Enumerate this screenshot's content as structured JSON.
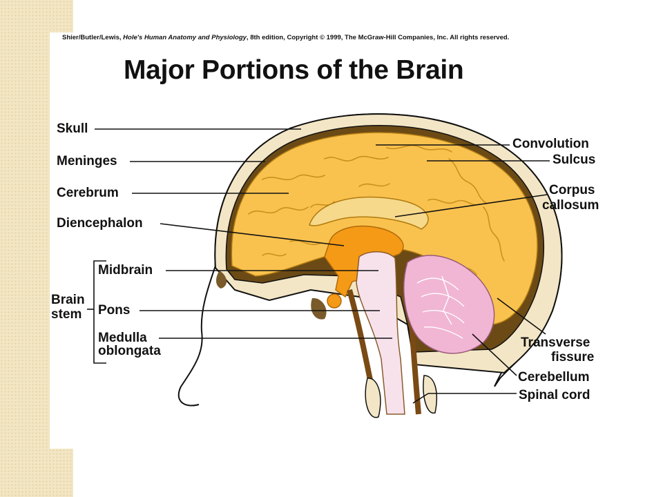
{
  "copyright": {
    "prefix": "Shier/Butler/Lewis, ",
    "book": "Hole's Human Anatomy and Physiology",
    "suffix": ", 8th edition, Copyright © 1999, The McGraw-Hill Companies, Inc.  All rights reserved."
  },
  "title": "Major Portions of the Brain",
  "labels": {
    "skull": "Skull",
    "meninges": "Meninges",
    "cerebrum": "Cerebrum",
    "diencephalon": "Diencephalon",
    "midbrain": "Midbrain",
    "pons": "Pons",
    "medulla_line1": "Medulla",
    "medulla_line2": "oblongata",
    "brain_stem_line1": "Brain",
    "brain_stem_line2": "stem",
    "convolution": "Convolution",
    "sulcus": "Sulcus",
    "corpus_line1": "Corpus",
    "corpus_line2": "callosum",
    "transverse_line1": "Transverse",
    "transverse_line2": "fissure",
    "cerebellum": "Cerebellum",
    "spinal_cord": "Spinal cord"
  },
  "colors": {
    "cerebrum": "#f9c24e",
    "diencephalon": "#f59a16",
    "brainstem": "#f7e2ec",
    "cerebellum": "#f1b6d4",
    "bone": "#f3e6c6",
    "meninges": "#6b4a16",
    "sidebar": "#f3e6c4"
  }
}
